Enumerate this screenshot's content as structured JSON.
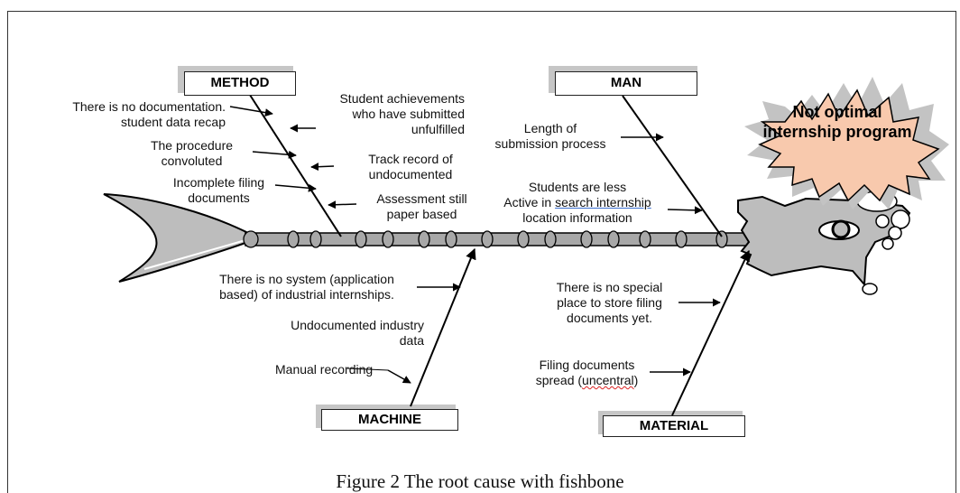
{
  "caption": "Figure 2 The root cause with fishbone",
  "problem": {
    "line1": "Not optimal",
    "line2": "internship program"
  },
  "categories": {
    "method": "METHOD",
    "man": "MAN",
    "machine": "MACHINE",
    "material": "MATERIAL"
  },
  "method_causes": {
    "c1_l1": "There is no documentation.",
    "c1_l2": "student data recap",
    "c2_l1": "The procedure",
    "c2_l2": "convoluted",
    "c3_l1": "Incomplete filing",
    "c3_l2": "documents",
    "c4_l1": "Student achievements",
    "c4_l2": "who have submitted",
    "c4_l3": "unfulfilled",
    "c5_l1": "Track record of",
    "c5_l2": "undocumented",
    "c6_l1": "Assessment still",
    "c6_l2": "paper based"
  },
  "man_causes": {
    "c1_l1": "Length of",
    "c1_l2": "submission process",
    "c2_l1": "Students are less",
    "c2_l2a": "Active in ",
    "c2_l2b": "search  internship",
    "c2_l3": "location information"
  },
  "machine_causes": {
    "c1_l1": "There is no system (application",
    "c1_l2": "based) of industrial internships.",
    "c2_l1": "Undocumented industry",
    "c2_l2": "data",
    "c3_l1": "Manual recording"
  },
  "material_causes": {
    "c1_l1": "There is no special",
    "c1_l2": "place to store filing",
    "c1_l3": "documents yet.",
    "c2_l1": "Filing documents",
    "c2_l2a": "spread (",
    "c2_l2b": "uncentral",
    "c2_l2c": ")"
  }
}
